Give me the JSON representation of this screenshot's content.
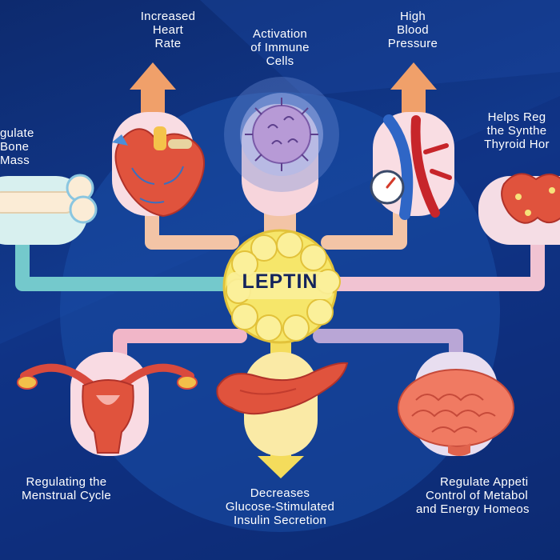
{
  "center": {
    "label": "LEPTIN"
  },
  "top_left": {
    "lines": [
      "Increased",
      "Heart",
      "Rate"
    ]
  },
  "top_center": {
    "lines": [
      "Activation",
      "of Immune",
      "Cells"
    ]
  },
  "top_right": {
    "lines": [
      "High",
      "Blood",
      "Pressure"
    ]
  },
  "left": {
    "lines": [
      "gulate",
      "Bone",
      "Mass"
    ]
  },
  "right": {
    "lines": [
      "Helps Reg",
      "the Synthe",
      "Thyroid Hor"
    ]
  },
  "bottom_left": {
    "lines": [
      "Regulating the",
      "Menstrual Cycle"
    ]
  },
  "bottom_center": {
    "lines": [
      "Decreases",
      "Glucose-Stimulated",
      "Insulin Secretion"
    ]
  },
  "bottom_right": {
    "lines": [
      "Regulate Appeti",
      "Control of Metabol",
      "and Energy Homeos"
    ]
  },
  "colors": {
    "background": "#123a8f",
    "leptin": "#f6e66a",
    "arrow_orange": "#f0a06a",
    "teal": "#74c9cc",
    "pink": "#f1b6c8",
    "lavender": "#b9a6d6",
    "yellow": "#f4dc5c",
    "peach": "#f3c4a6"
  }
}
